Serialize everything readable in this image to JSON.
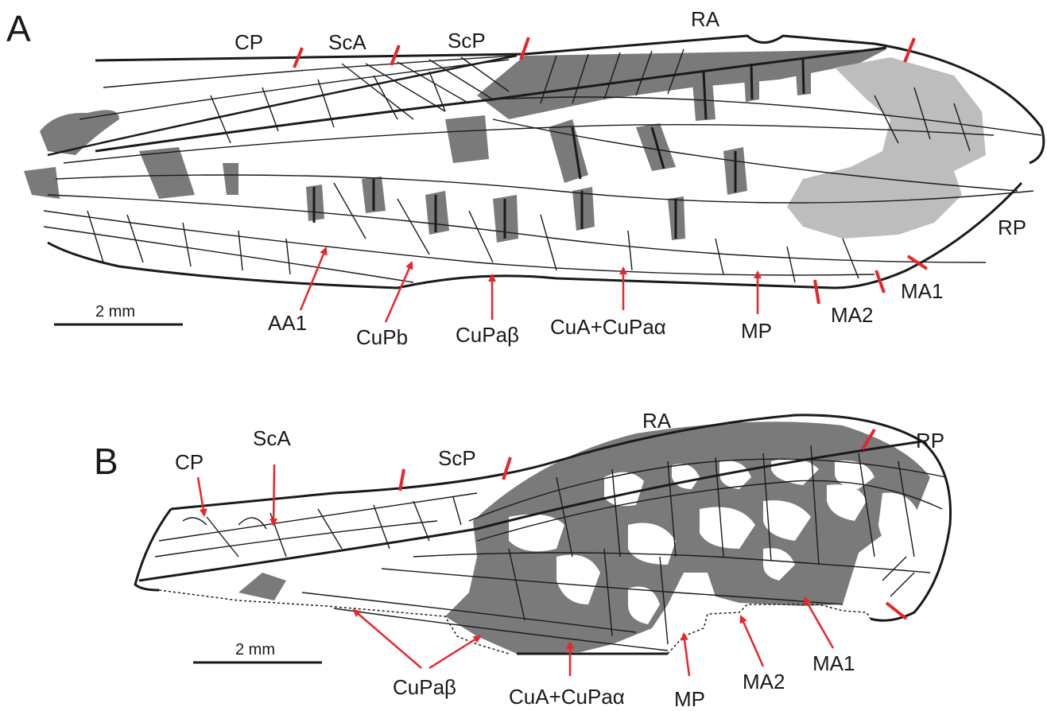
{
  "colors": {
    "dark_pattern": "#7a7a7a",
    "light_pattern": "#bdbdbd",
    "line": "#1a1a1a",
    "marker": "#e8262a",
    "arrow": "#e8262a"
  },
  "panelA": {
    "letter": "A",
    "labels": {
      "CP": "CP",
      "ScA": "ScA",
      "ScP": "ScP",
      "RA": "RA",
      "RP": "RP",
      "MA1": "MA1",
      "MA2": "MA2",
      "MP": "MP",
      "CuA_CuPa_alpha": "CuA+CuPaα",
      "CuPa_beta": "CuPaβ",
      "CuPb": "CuPb",
      "AA1": "AA1"
    },
    "scale": "2 mm"
  },
  "panelB": {
    "letter": "B",
    "labels": {
      "CP": "CP",
      "ScA": "ScA",
      "ScP": "ScP",
      "RA": "RA",
      "RP": "RP",
      "MA1": "MA1",
      "MA2": "MA2",
      "MP": "MP",
      "CuA_CuPa_alpha": "CuA+CuPaα",
      "CuPa_beta": "CuPaβ"
    },
    "scale": "2 mm"
  }
}
